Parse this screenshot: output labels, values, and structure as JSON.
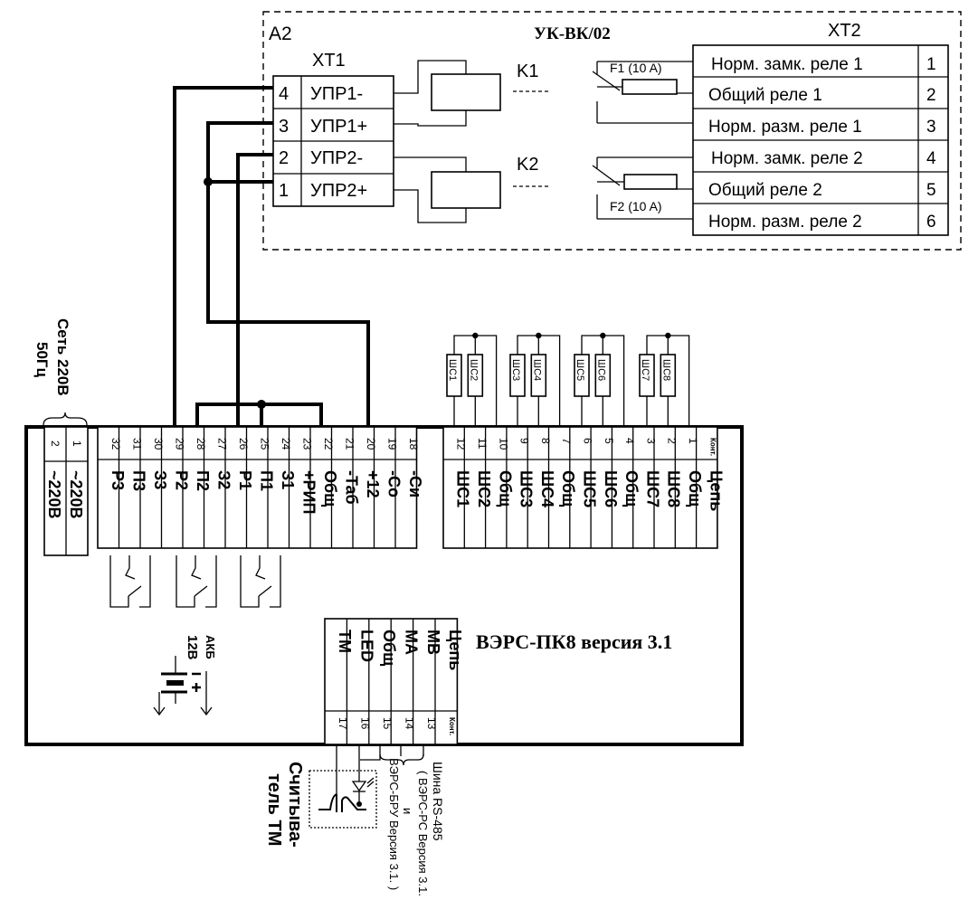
{
  "a2": {
    "label": "А2",
    "title": "УК-ВК/02",
    "xt1_label": "XT1",
    "xt2_label": "XT2",
    "xt1": [
      {
        "num": "4",
        "name": "УПР1-"
      },
      {
        "num": "3",
        "name": "УПР1+"
      },
      {
        "num": "2",
        "name": "УПР2-"
      },
      {
        "num": "1",
        "name": "УПР2+"
      }
    ],
    "xt2": [
      {
        "name": "Норм. замк. реле 1",
        "num": "1"
      },
      {
        "name": "Общий реле 1",
        "num": "2"
      },
      {
        "name": "Норм. разм. реле 1",
        "num": "3"
      },
      {
        "name": "Норм. замк. реле 2",
        "num": "4"
      },
      {
        "name": "Общий реле 2",
        "num": "5"
      },
      {
        "name": "Норм. разм. реле 2",
        "num": "6"
      }
    ],
    "k1": "K1",
    "k2": "K2",
    "f1": "F1 (10 A)",
    "f2": "F2 (10 A)"
  },
  "mains": {
    "line1": "Сеть 220В",
    "line2": "50Гц"
  },
  "device": {
    "name": "ВЭРС-ПК8 версия 3.1",
    "power_terminals": [
      {
        "num": "2",
        "name": "~220В"
      },
      {
        "num": "1",
        "name": "~220В"
      }
    ],
    "left_terminals": [
      {
        "num": "32",
        "name": "Р3"
      },
      {
        "num": "31",
        "name": "П3"
      },
      {
        "num": "30",
        "name": "З3"
      },
      {
        "num": "29",
        "name": "Р2"
      },
      {
        "num": "28",
        "name": "П2"
      },
      {
        "num": "27",
        "name": "З2"
      },
      {
        "num": "26",
        "name": "Р1"
      },
      {
        "num": "25",
        "name": "П1"
      },
      {
        "num": "24",
        "name": "З1"
      },
      {
        "num": "23",
        "name": "+РИП"
      },
      {
        "num": "22",
        "name": "Общ"
      },
      {
        "num": "21",
        "name": "-Таб"
      },
      {
        "num": "20",
        "name": "+12"
      },
      {
        "num": "19",
        "name": "-Со"
      },
      {
        "num": "18",
        "name": "-Си"
      }
    ],
    "right_terminals": [
      {
        "num": "12",
        "name": "ШС1"
      },
      {
        "num": "11",
        "name": "ШС2"
      },
      {
        "num": "10",
        "name": "Общ"
      },
      {
        "num": "9",
        "name": "ШС3"
      },
      {
        "num": "8",
        "name": "ШС4"
      },
      {
        "num": "7",
        "name": "Общ"
      },
      {
        "num": "6",
        "name": "ШС5"
      },
      {
        "num": "5",
        "name": "ШС6"
      },
      {
        "num": "4",
        "name": "Общ"
      },
      {
        "num": "3",
        "name": "ШС7"
      },
      {
        "num": "2",
        "name": "ШС8"
      },
      {
        "num": "1",
        "name": "Общ"
      },
      {
        "num": "Конт.",
        "name": "Цепь"
      }
    ],
    "bottom_terminals": [
      {
        "num": "17",
        "name": "ТМ"
      },
      {
        "num": "16",
        "name": "LED"
      },
      {
        "num": "15",
        "name": "Общ"
      },
      {
        "num": "14",
        "name": "МА"
      },
      {
        "num": "13",
        "name": "МВ"
      },
      {
        "num": "Конт.",
        "name": "Цепь"
      }
    ],
    "battery": {
      "line1": "АКБ",
      "line2": "12В"
    }
  },
  "loop_resistors": [
    "ШС1",
    "ШС2",
    "ШС3",
    "ШС4",
    "ШС5",
    "ШС6",
    "ШС7",
    "ШС8"
  ],
  "reader_label": {
    "line1": "Считыва-",
    "line2": "тель ТМ"
  },
  "bus_label": {
    "line1": "Шина RS-485",
    "line2": "( ВЭРС-РС Версия 3.1.",
    "line3": "и",
    "line4": "ВЭРС-БРУ Версия 3.1. )"
  }
}
